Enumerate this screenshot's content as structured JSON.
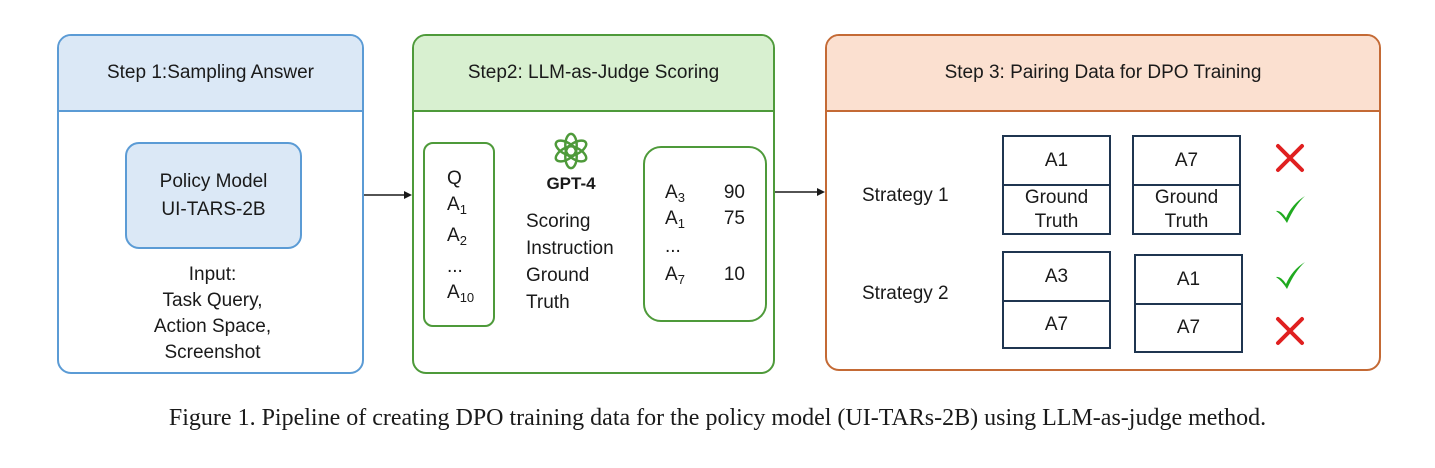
{
  "step1": {
    "title": "Step 1:Sampling Answer",
    "policy_line1": "Policy Model",
    "policy_line2": "UI-TARS-2B",
    "input_lines": [
      "Input:",
      "Task Query,",
      "Action Space,",
      "Screenshot"
    ]
  },
  "step2": {
    "title": "Step2: LLM-as-Judge Scoring",
    "q_label": "Q",
    "answers": [
      {
        "base": "A",
        "sub": "1"
      },
      {
        "base": "A",
        "sub": "2"
      },
      {
        "text": "..."
      },
      {
        "base": "A",
        "sub": "10"
      }
    ],
    "gpt_label": "GPT-4",
    "scoring_lines": [
      "Scoring",
      "Instruction",
      "Ground",
      "Truth"
    ],
    "scores": [
      {
        "base": "A",
        "sub": "3",
        "score": "90"
      },
      {
        "base": "A",
        "sub": "1",
        "score": "75"
      },
      {
        "base": "...",
        "sub": "",
        "score": ""
      },
      {
        "base": "A",
        "sub": "7",
        "score": "10"
      }
    ],
    "icon": "openai-logo-icon"
  },
  "step3": {
    "title": "Step 3: Pairing Data for DPO Training",
    "strategy1": {
      "label": "Strategy 1",
      "pair_a": {
        "top": "A1",
        "bottom": "Ground\nTruth"
      },
      "pair_b": {
        "top": "A7",
        "bottom": "Ground\nTruth"
      }
    },
    "strategy2": {
      "label": "Strategy 2",
      "pair_a": {
        "top": "A3",
        "bottom": "A7"
      },
      "pair_b": {
        "top": "A1",
        "bottom": "A7"
      }
    },
    "marks": [
      "cross-icon",
      "check-icon",
      "check-icon",
      "cross-icon"
    ],
    "colors": {
      "cross": "#e02020",
      "check": "#1faa1f"
    }
  },
  "caption": "Figure 1. Pipeline of creating DPO training data for the policy model (UI-TARs-2B) using LLM-as-judge method."
}
